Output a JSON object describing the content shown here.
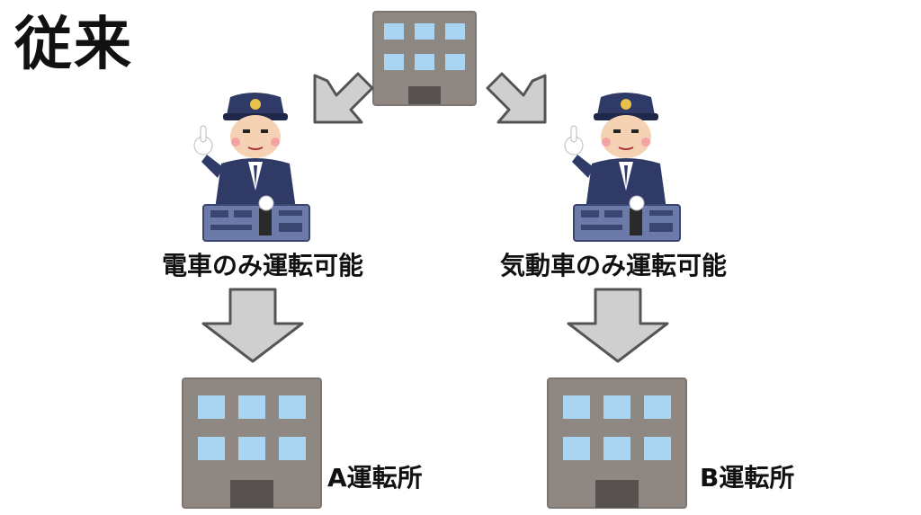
{
  "title": "従来",
  "left": {
    "ability_label": "電車のみ運転可能",
    "depot_label": "A運転所"
  },
  "right": {
    "ability_label": "気動車のみ運転可能",
    "depot_label": "B運転所"
  },
  "colors": {
    "building": "#8f8782",
    "building_edge": "#7d756f",
    "window": "#a9d4f2",
    "door": "#575250",
    "arrow_fill": "#cfcfcf",
    "arrow_stroke": "#555555",
    "uniform": "#2f3a66",
    "panel": "#6b7aa8"
  },
  "icons": [
    "building-icon",
    "train-driver-icon",
    "arrow-icon"
  ]
}
